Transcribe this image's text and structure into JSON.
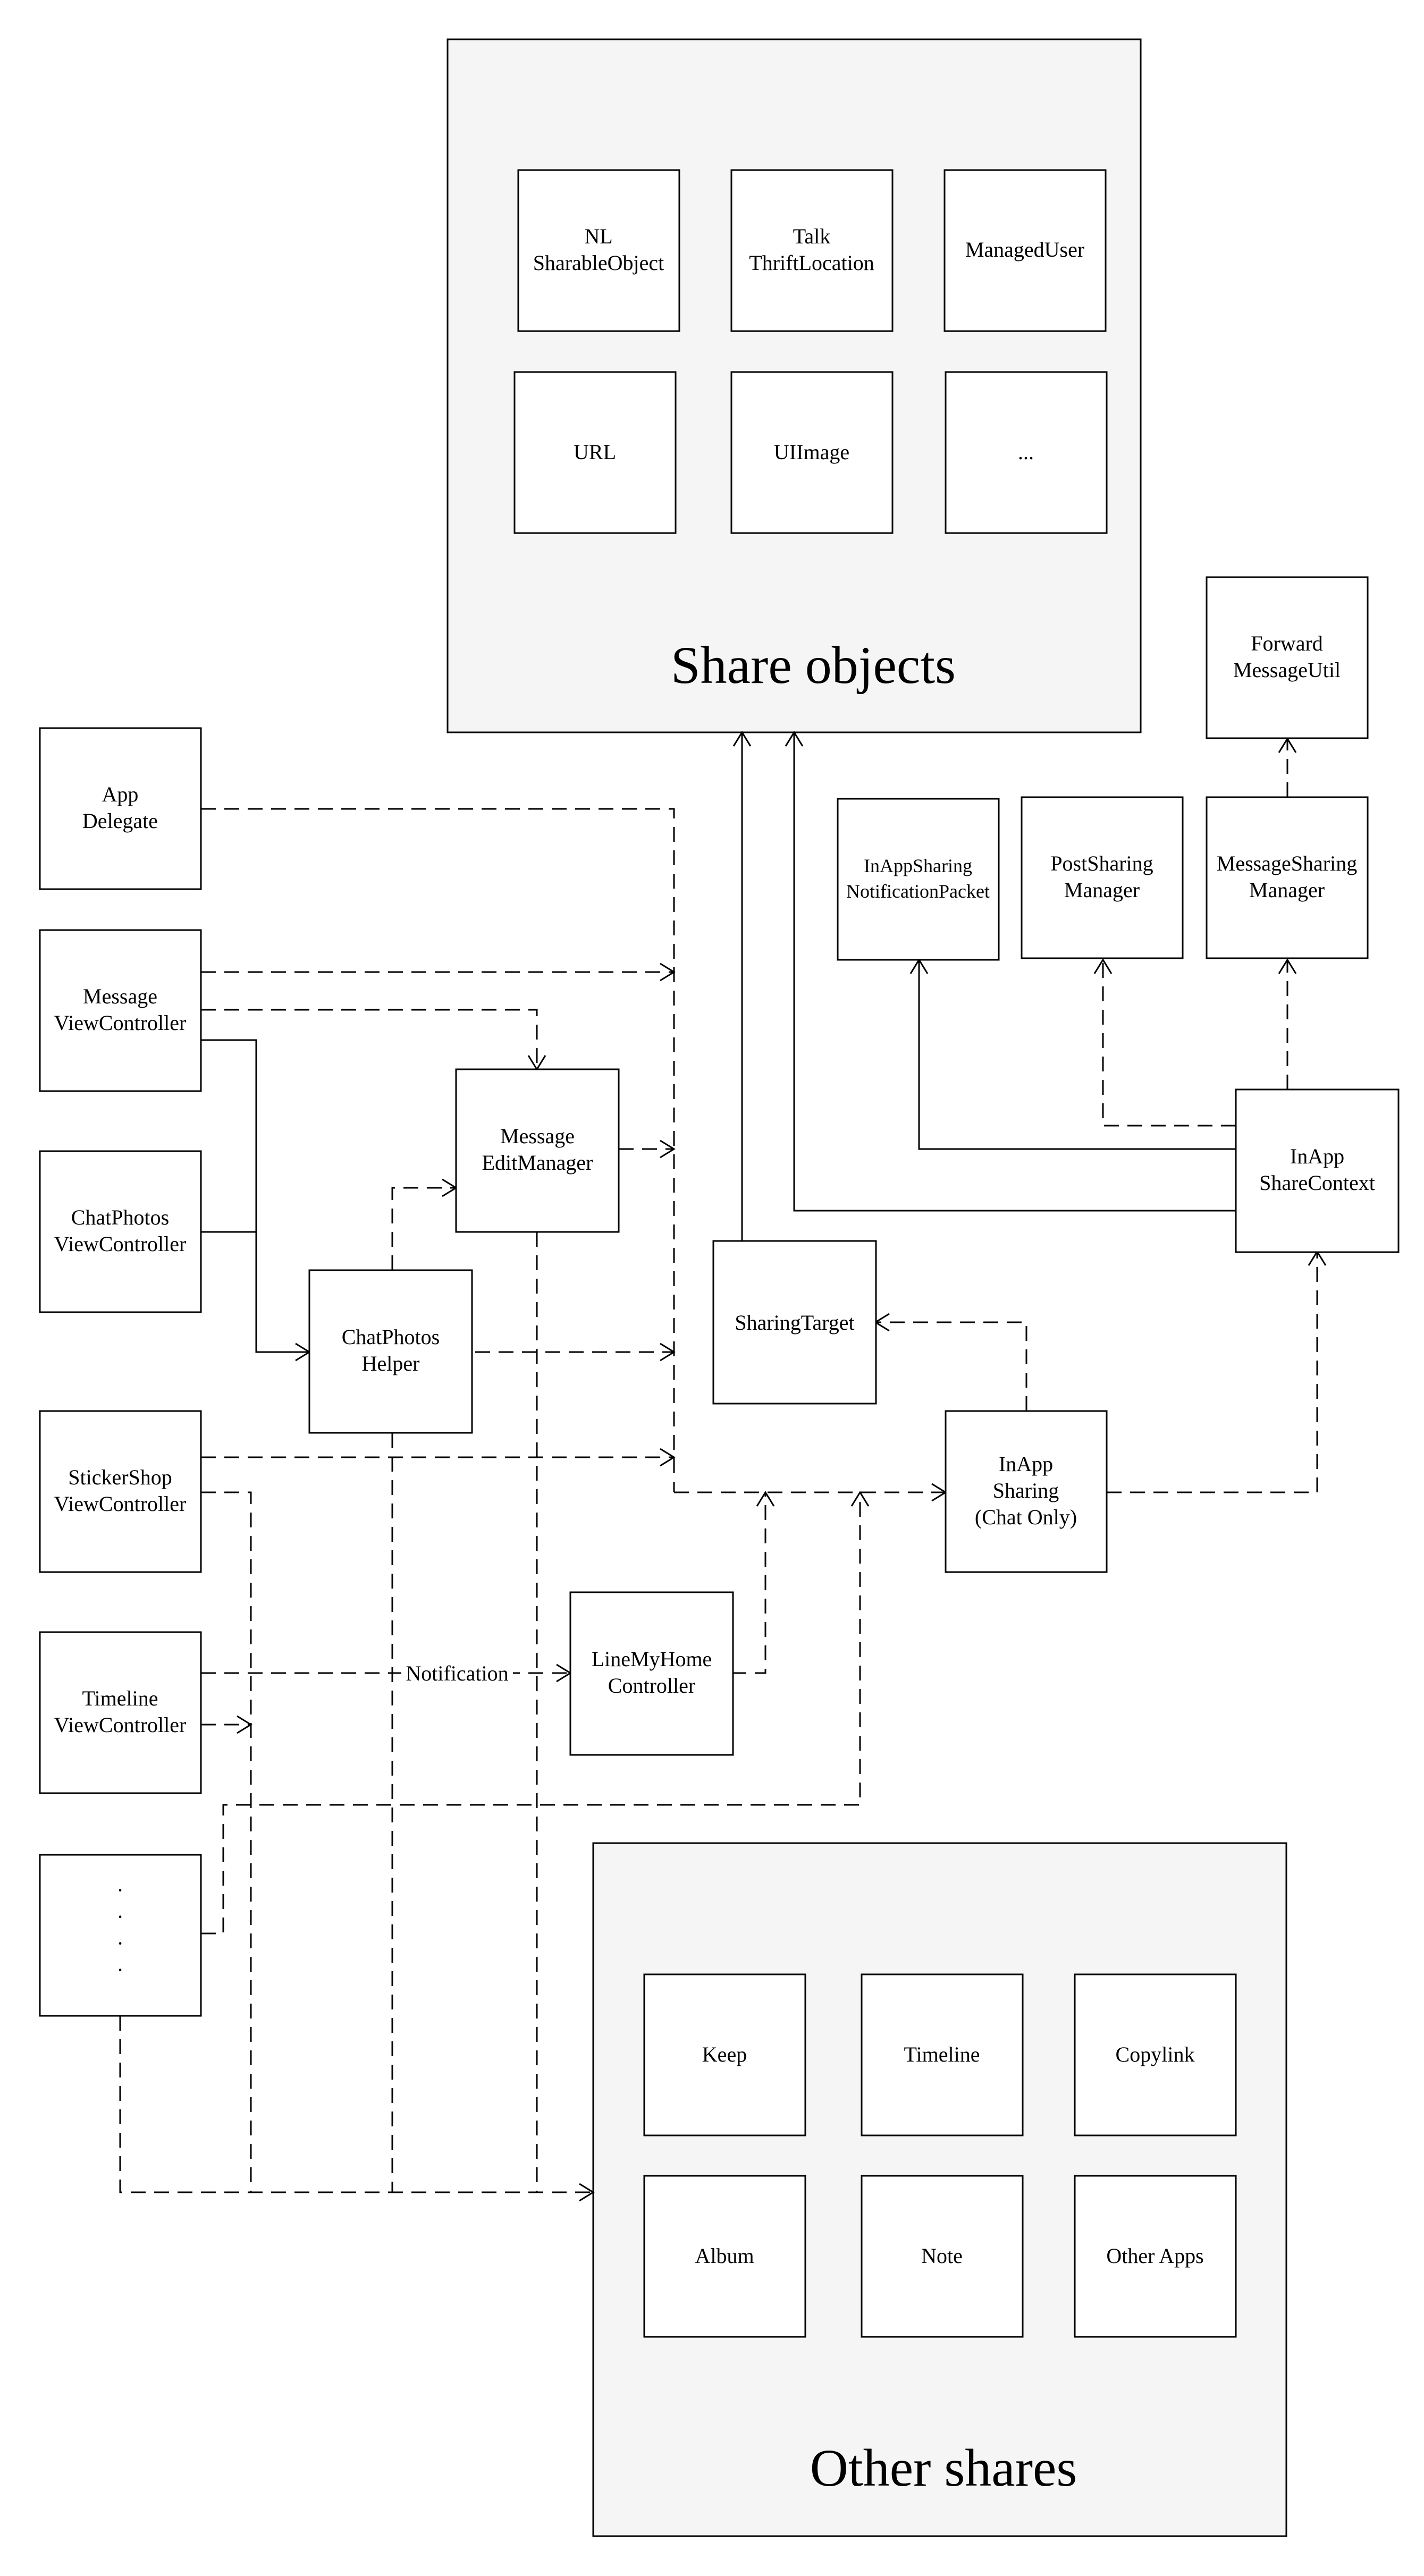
{
  "groups": {
    "share_objects": {
      "title": "Share objects",
      "items": [
        [
          "NL",
          "SharableObject"
        ],
        [
          "Talk",
          "ThriftLocation"
        ],
        [
          "ManagedUser"
        ],
        [
          "URL"
        ],
        [
          "UIImage"
        ],
        [
          "..."
        ]
      ]
    },
    "other_shares": {
      "title": "Other shares",
      "items": [
        [
          "Keep"
        ],
        [
          "Timeline"
        ],
        [
          "Copylink"
        ],
        [
          "Album"
        ],
        [
          "Note"
        ],
        [
          "Other Apps"
        ]
      ]
    }
  },
  "nodes": {
    "app_delegate": [
      "App",
      "Delegate"
    ],
    "message_vc": [
      "Message",
      "ViewController"
    ],
    "chatphotos_vc": [
      "ChatPhotos",
      "ViewController"
    ],
    "stickershop_vc": [
      "StickerShop",
      "ViewController"
    ],
    "timeline_vc": [
      "Timeline",
      "ViewController"
    ],
    "more_sources": [
      "·",
      "·",
      "·",
      "·"
    ],
    "message_edit_manager": [
      "Message",
      "EditManager"
    ],
    "chatphotos_helper": [
      "ChatPhotos",
      "Helper"
    ],
    "sharing_target": [
      "SharingTarget"
    ],
    "linemyhome_controller": [
      "LineMyHome",
      "Controller"
    ],
    "inapp_sharing": [
      "InApp",
      "Sharing",
      "(Chat Only)"
    ],
    "inapp_notification_packet": [
      "InAppSharing",
      "NotificationPacket"
    ],
    "post_sharing_manager": [
      "PostSharing",
      "Manager"
    ],
    "message_sharing_manager": [
      "MessageSharing",
      "Manager"
    ],
    "forward_message_util": [
      "Forward",
      "MessageUtil"
    ],
    "inapp_share_context": [
      "InApp",
      "ShareContext"
    ]
  },
  "edge_labels": {
    "notification": "Notification"
  }
}
